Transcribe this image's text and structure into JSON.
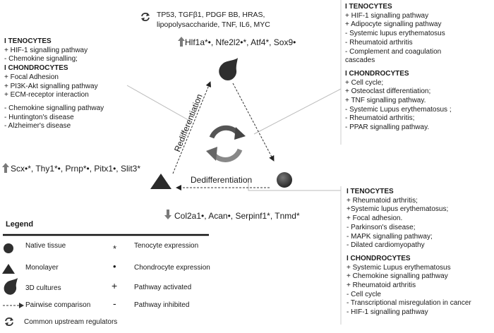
{
  "upstream_regulators": {
    "line1": "TP53, TGFβ1, PDGF BB, HRAS,",
    "line2": "lipopolysaccharide, TNF, IL6, MYC"
  },
  "genes": {
    "top": "Hlf1a*•, Nfe2l2•*, Atf4*, Sox9•",
    "left": "Scx•*, Thy1*•, Prnp*•, Pitx1•, Slit3*",
    "bottom": "Col2a1•, Acan•, Serpinf1*, Tnmd*"
  },
  "arrows": {
    "redifferentiation": "Redifferentiation",
    "dedifferentiation": "Dedifferentiation"
  },
  "panel_left": {
    "rows": [
      {
        "text": "I TENOCYTES",
        "bold": true
      },
      {
        "text": "+ HIF-1 signalling pathway"
      },
      {
        "text": "-  Chemokine signalling;"
      },
      {
        "text": "I CHONDROCYTES",
        "bold": true
      },
      {
        "text": "+ Focal Adhesion"
      },
      {
        "text": "+ PI3K-Akt signalling pathway"
      },
      {
        "text": "+ ECM-receptor interaction"
      },
      {
        "text": ""
      },
      {
        "text": "- Chemokine signalling pathway"
      },
      {
        "text": "- Huntington's disease"
      },
      {
        "text": "- Alzheimer's disease"
      }
    ]
  },
  "panel_top_right": {
    "rows": [
      {
        "text": "I TENOCYTES",
        "bold": true
      },
      {
        "text": "+ HIF-1 signalling pathway"
      },
      {
        "text": "+ Adipocyte signalling pathway"
      },
      {
        "text": "- Systemic lupus erythematosus"
      },
      {
        "text": "- Rheumatoid arthritis"
      },
      {
        "text": "- Complement and coagulation"
      },
      {
        "text": "cascades"
      },
      {
        "text": ""
      },
      {
        "text": "I CHONDROCYTES",
        "bold": true
      },
      {
        "text": "+ Cell cycle;"
      },
      {
        "text": "+ Osteoclast differentiation;"
      },
      {
        "text": "+ TNF signalling pathway."
      },
      {
        "text": "- Systemic Lupus erythematosus ;"
      },
      {
        "text": "- Rheumatoid arthritis;"
      },
      {
        "text": "- PPAR signalling pathway."
      }
    ]
  },
  "panel_bottom_right": {
    "rows": [
      {
        "text": "I TENOCYTES",
        "bold": true
      },
      {
        "text": "+ Rheumatoid arthritis;"
      },
      {
        "text": "+Systemic lupus erythematosus;"
      },
      {
        "text": "+ Focal adhesion."
      },
      {
        "text": "- Parkinson's disease;"
      },
      {
        "text": "- MAPK signalling pathway;"
      },
      {
        "text": "- Dilated cardiomyopathy"
      },
      {
        "text": ""
      },
      {
        "text": "I CHONDROCYTES",
        "bold": true
      },
      {
        "text": "+ Systemic Lupus erythematosus"
      },
      {
        "text": "+ Chemokine signalling pathway"
      },
      {
        "text": "+ Rheumatoid arthritis"
      },
      {
        "text": "-  Cell cycle"
      },
      {
        "text": "-  Transcriptional misregulation in cancer"
      },
      {
        "text": "-  HIF-1 signalling pathway"
      }
    ]
  },
  "legend": {
    "title": "Legend",
    "items_left": [
      {
        "icon": "circle-icon",
        "label": "Native tissue"
      },
      {
        "icon": "triangle-icon",
        "label": "Monolayer"
      },
      {
        "icon": "drop-icon",
        "label": "3D cultures"
      },
      {
        "icon": "dashed-arrow-icon",
        "label": "Pairwise comparison"
      },
      {
        "icon": "cycle-icon",
        "label": "Common upstream regulators"
      }
    ],
    "items_right": [
      {
        "symbol": "*",
        "label": "Tenocyte expression"
      },
      {
        "symbol": "•",
        "label": "Chondrocyte expression"
      },
      {
        "symbol": "+",
        "label": "Pathway activated"
      },
      {
        "symbol": "-",
        "label": "Pathway inhibited"
      }
    ]
  },
  "colors": {
    "shape": "#2f2f2f",
    "line": "#bbbbbb",
    "arrow_up": "#7a7a7a"
  }
}
